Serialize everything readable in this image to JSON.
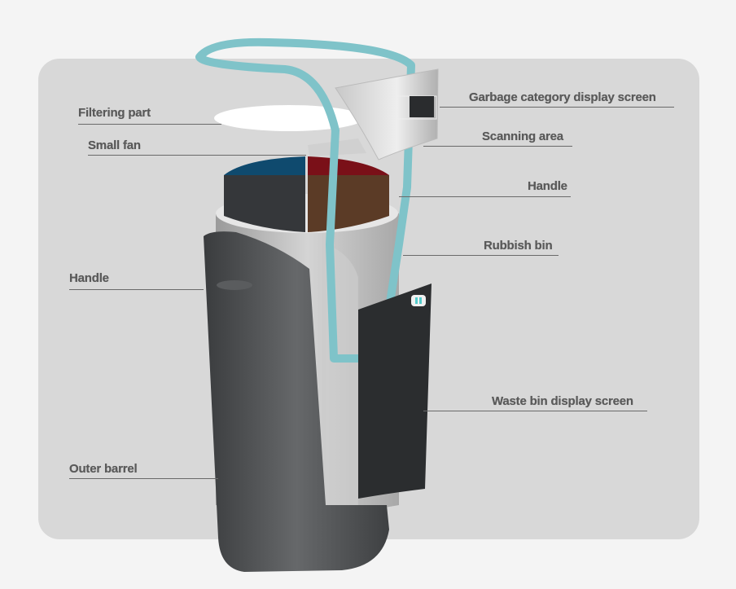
{
  "labels": {
    "filtering_part": "Filtering part",
    "small_fan": "Small fan",
    "garbage_category_display_screen": "Garbage category display screen",
    "scanning_area": "Scanning area",
    "handle_right": "Handle",
    "rubbish_bin": "Rubbish bin",
    "handle_left": "Handle",
    "waste_bin_display_screen": "Waste bin display screen",
    "outer_barrel": "Outer barrel"
  },
  "colors": {
    "panel": "#d8d8d8",
    "handle_frame": "#7fc3c9",
    "outer_barrel": "#4a4c4e",
    "compartment_blue": "#0f4a6e",
    "compartment_red": "#7a1018",
    "compartment_brown": "#5a3a24",
    "compartment_black": "#2e3032"
  }
}
